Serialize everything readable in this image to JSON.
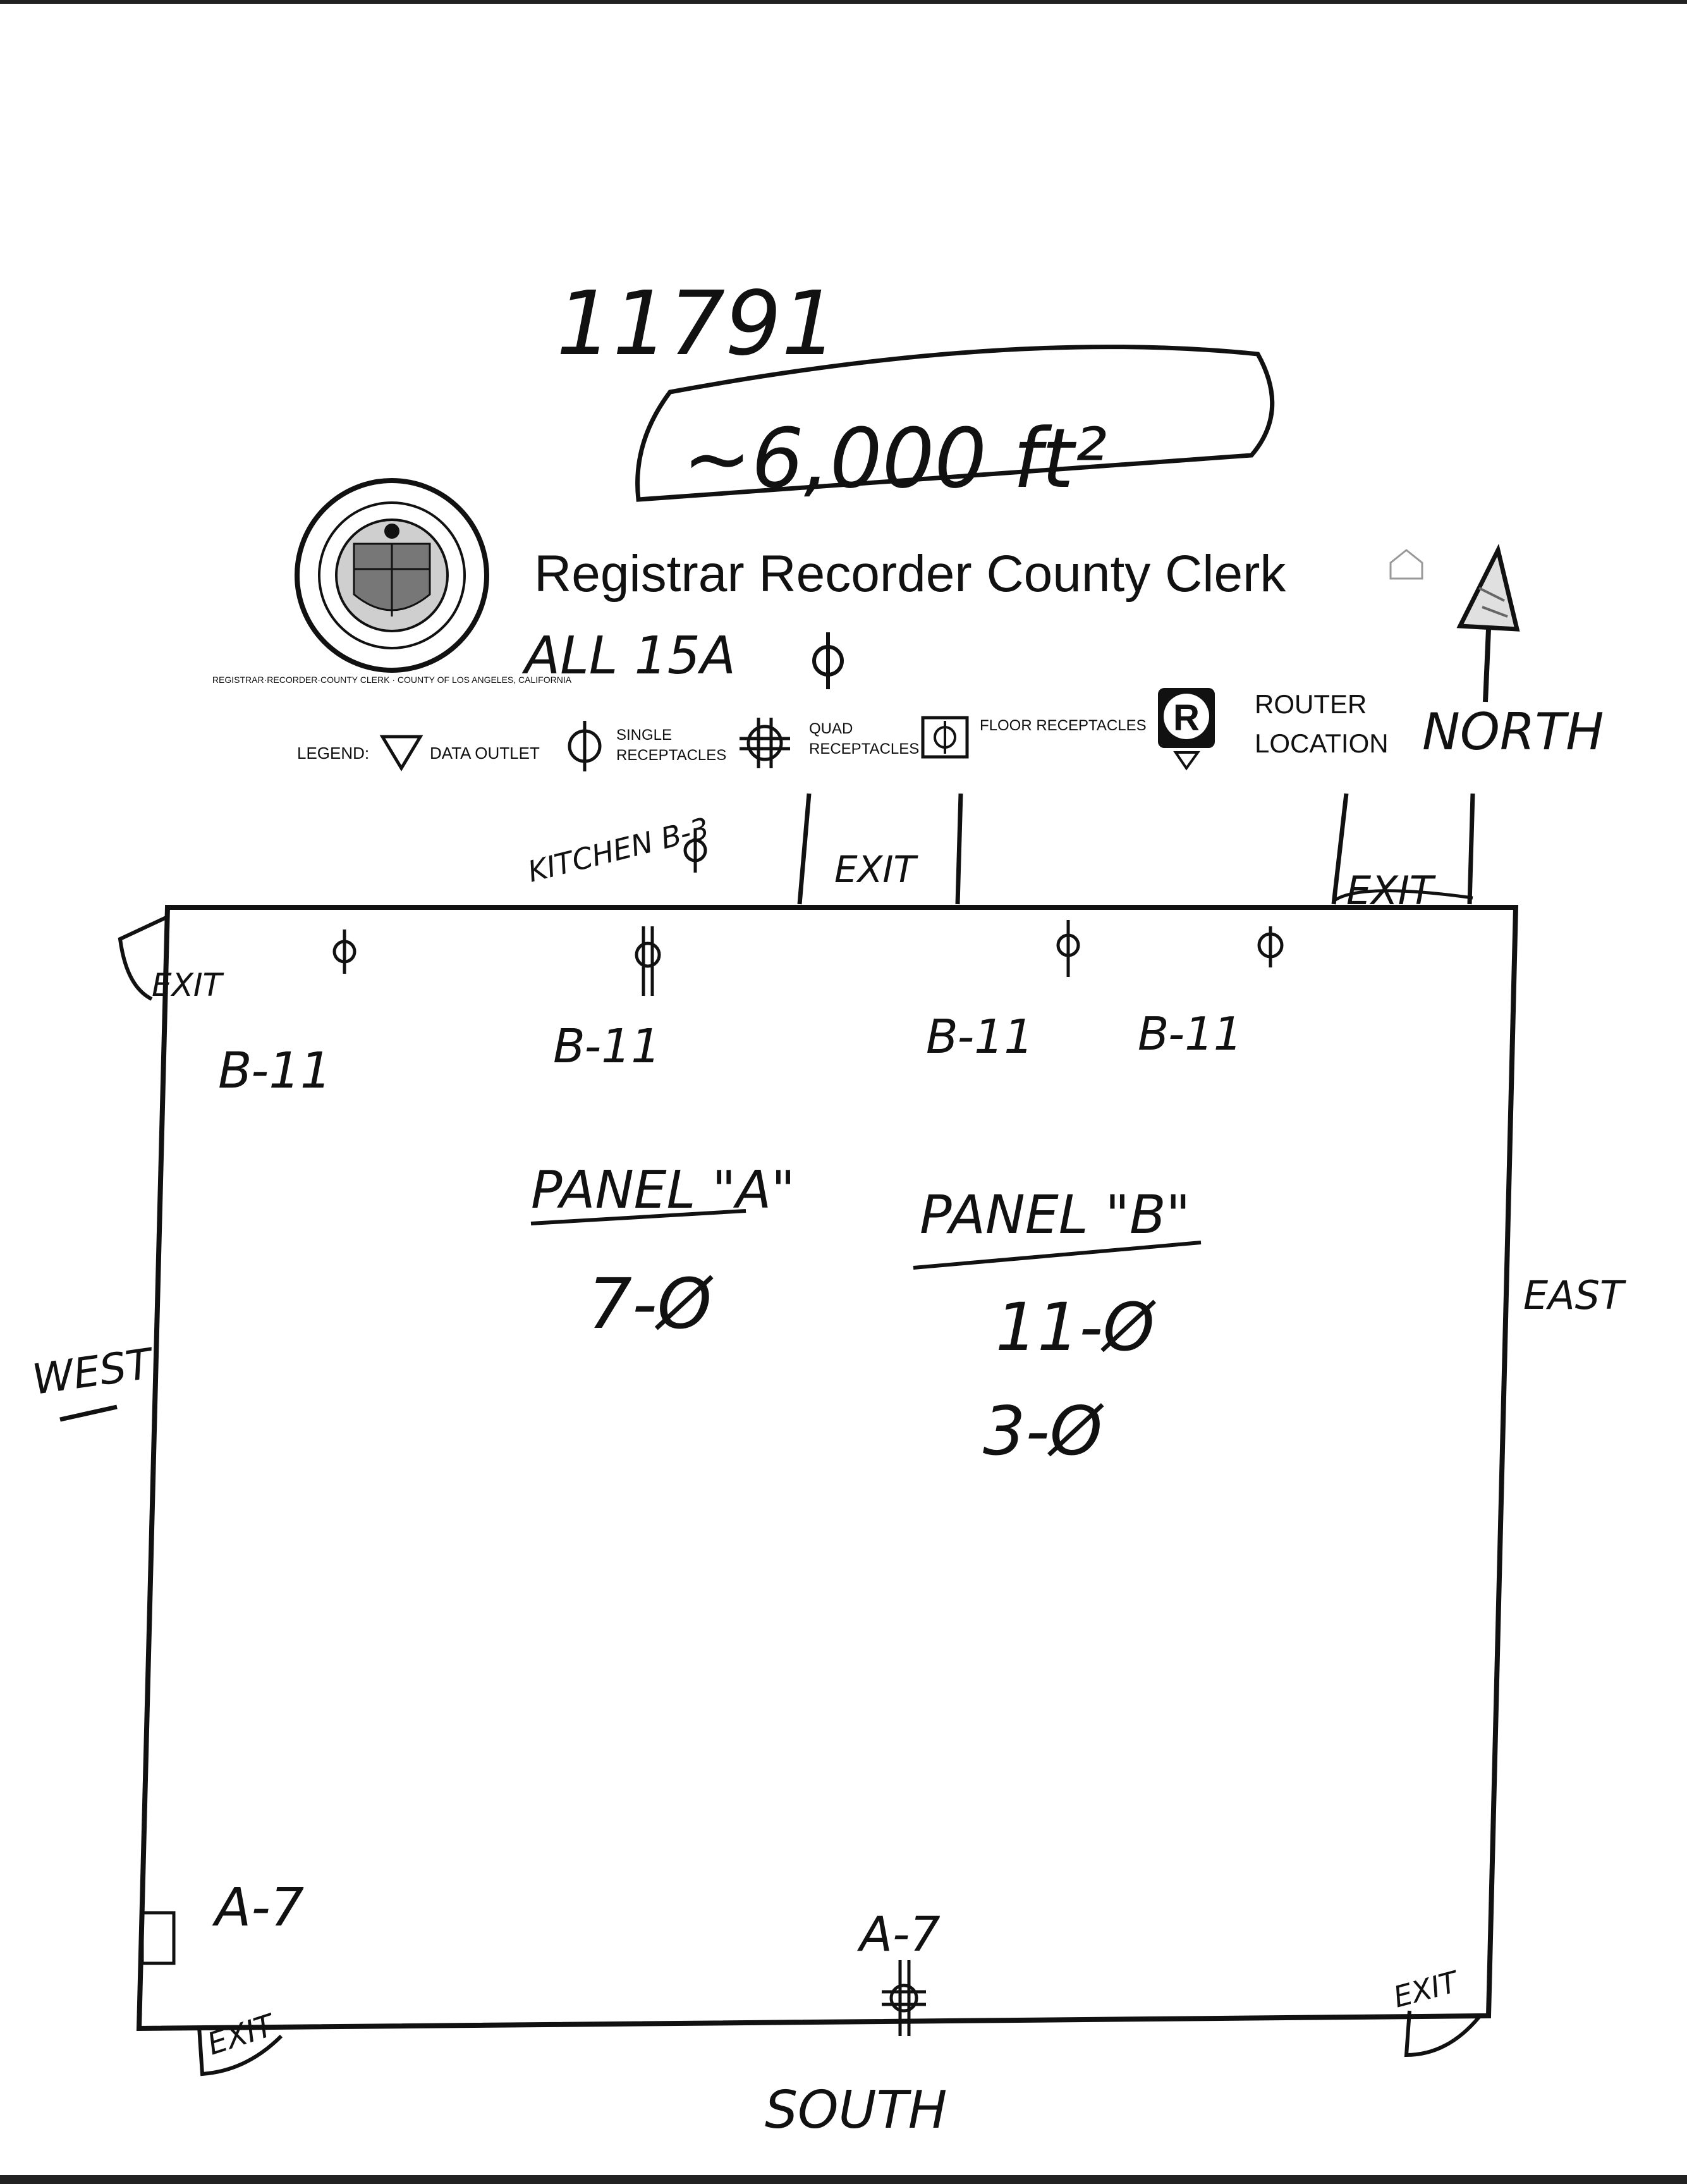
{
  "document": {
    "site_number": "11791",
    "area_note": "~6,000 ft²",
    "org_name": "Registrar Recorder County Clerk",
    "seal_text": "REGISTRAR·RECORDER·COUNTY CLERK · COUNTY OF LOS ANGELES, CALIFORNIA",
    "voltage_note": "ALL 15A",
    "north_label": "NORTH"
  },
  "legend": {
    "title": "LEGEND:",
    "data_outlet": "DATA OUTLET",
    "single_line1": "SINGLE",
    "single_line2": "RECEPTACLES",
    "quad_line1": "QUAD",
    "quad_line2": "RECEPTACLES",
    "floor": "FLOOR RECEPTACLES",
    "router_symbol": "R",
    "router_line1": "ROUTER",
    "router_line2": "LOCATION"
  },
  "directions": {
    "west": "WEST",
    "east": "EAST",
    "south": "SOUTH"
  },
  "labels": {
    "kitchen": "KITCHEN B-3",
    "exit": "EXIT",
    "b11": "B-11",
    "a7": "A-7",
    "panel_a": "PANEL \"A\"",
    "panel_a_value": "7-Ø",
    "panel_b": "PANEL \"B\"",
    "panel_b_value1": "11-Ø",
    "panel_b_value2": "3-Ø"
  }
}
